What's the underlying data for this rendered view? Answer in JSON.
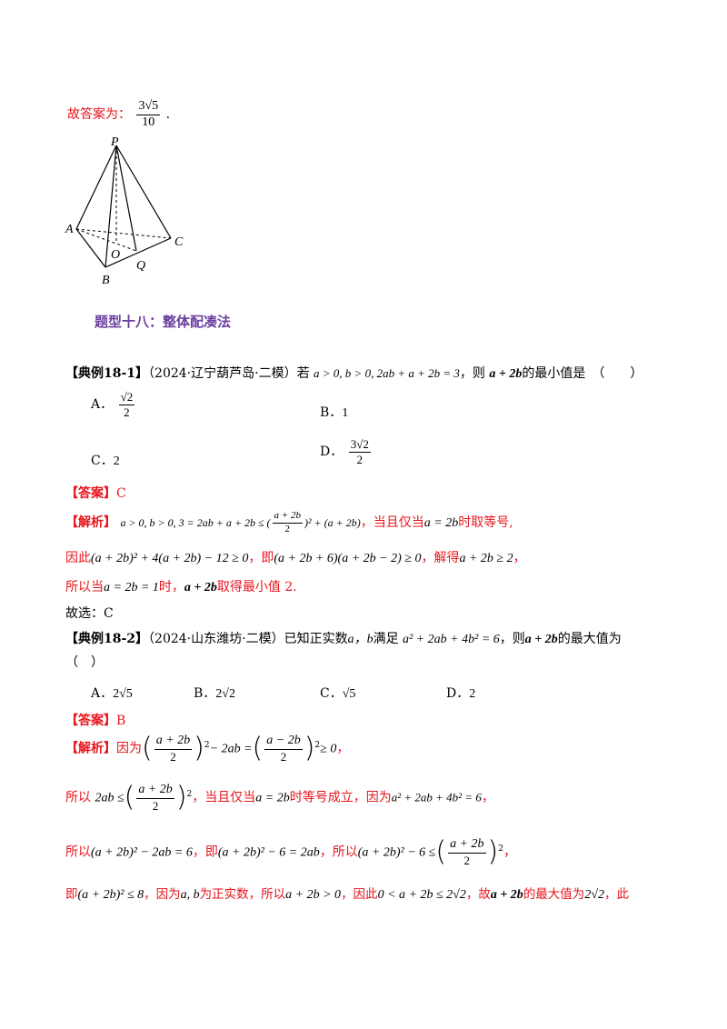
{
  "top": {
    "prefix": "故答案为：",
    "answer_num": "3√5",
    "answer_den": "10",
    "suffix": "."
  },
  "figure": {
    "labels": [
      "P",
      "A",
      "C",
      "O",
      "Q",
      "B"
    ]
  },
  "section": {
    "title": "题型十八：整体配凑法"
  },
  "ex1": {
    "tag": "【典例18-1】",
    "source": "（2024·辽宁葫芦岛·二模）若",
    "cond": "a > 0, b > 0, 2ab + a + 2b = 3",
    "mid": "，则",
    "target": "a + 2b",
    "tail": "的最小值是　（　　）",
    "options": [
      {
        "label": "A．",
        "num": "√2",
        "den": "2"
      },
      {
        "label": "B．",
        "value": "1"
      },
      {
        "label": "C．",
        "value": "2"
      },
      {
        "label": "D．",
        "num": "3√2",
        "den": "2"
      }
    ],
    "answer_tag": "【答案】",
    "answer": "C",
    "sol_tag": "【解析】",
    "sol_line1_math": "a > 0, b > 0, 3 = 2ab + a + 2b ≤ (",
    "sol_line1_frac_num": "a + 2b",
    "sol_line1_frac_den": "2",
    "sol_line1_math_tail": ")² + (a + 2b)",
    "sol_line1_text": "，当且仅当",
    "sol_line1_eq": "a = 2b",
    "sol_line1_text2": "时取等号,",
    "sol_line2_pre": "因此",
    "sol_line2_m1": "(a + 2b)² + 4(a + 2b) − 12 ≥ 0",
    "sol_line2_t1": "，即",
    "sol_line2_m2": "(a + 2b + 6)(a + 2b − 2) ≥ 0",
    "sol_line2_t2": "，解得",
    "sol_line2_m3": "a + 2b ≥ 2",
    "sol_line2_t3": "，",
    "sol_line3_pre": "所以当",
    "sol_line3_m1": "a = 2b = 1",
    "sol_line3_t1": "时，",
    "sol_line3_m2": "a + 2b",
    "sol_line3_t2": "取得最小值 2.",
    "choose": "故选：C"
  },
  "ex2": {
    "tag": "【典例18-2】",
    "source": "（2024·山东潍坊·二模）已知正实数",
    "vars": "a，b",
    "mid": "满足",
    "cond": "a² + 2ab + 4b² = 6",
    "mid2": "，则",
    "target": "a + 2b",
    "tail": "的最大值为",
    "paren": "（　）",
    "options": [
      {
        "label": "A．",
        "value": "2√5"
      },
      {
        "label": "B．",
        "value": "2√2"
      },
      {
        "label": "C．",
        "value": "√5"
      },
      {
        "label": "D．",
        "value": "2"
      }
    ],
    "answer_tag": "【答案】",
    "answer": "B",
    "sol_tag": "【解析】",
    "sol1_pre": "因为",
    "sol1_num1": "a + 2b",
    "sol1_den1": "2",
    "sol1_mid": "− 2ab =",
    "sol1_num2": "a − 2b",
    "sol1_den2": "2",
    "sol1_tail": "≥ 0",
    "sol1_end": "，",
    "sol2_pre": "所以",
    "sol2_m": "2ab ≤",
    "sol2_num": "a + 2b",
    "sol2_den": "2",
    "sol2_t1": "，当且仅当",
    "sol2_eq": "a = 2b",
    "sol2_t2": "时等号成立，因为",
    "sol2_cond": "a² + 2ab + 4b² = 6",
    "sol2_end": "，",
    "sol3_pre": "所以",
    "sol3_m1": "(a + 2b)² − 2ab = 6",
    "sol3_t1": "，即",
    "sol3_m2": "(a + 2b)² − 6 = 2ab",
    "sol3_t2": "，所以",
    "sol3_m3": "(a + 2b)² − 6 ≤",
    "sol3_num": "a + 2b",
    "sol3_den": "2",
    "sol3_end": "，",
    "sol4_pre": "即",
    "sol4_m1": "(a + 2b)² ≤ 8",
    "sol4_t1": "，因为",
    "sol4_m2": "a, b",
    "sol4_t2": "为正实数，所以",
    "sol4_m3": "a + 2b > 0",
    "sol4_t3": "，因此",
    "sol4_m4": "0 < a + 2b ≤ 2√2",
    "sol4_t4": "，故",
    "sol4_m5": "a + 2b",
    "sol4_t5": "的最大值为",
    "sol4_m6": "2√2",
    "sol4_t6": "，此"
  }
}
